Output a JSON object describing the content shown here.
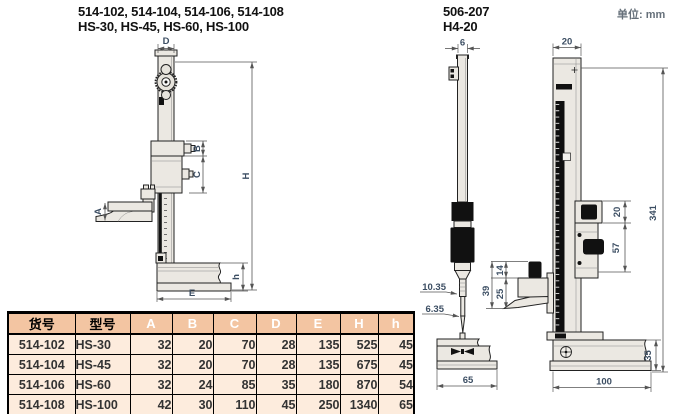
{
  "header": {
    "left_line1": "514-102, 514-104, 514-106, 514-108",
    "left_line2": "HS-30, HS-45, HS-60, HS-100",
    "right_line1": "506-207",
    "right_line2": "H4-20",
    "unit_label": "单位: mm"
  },
  "dims": {
    "left": {
      "D": "D",
      "H": "H",
      "B": "B",
      "C": "C",
      "A": "A",
      "E": "E",
      "h": "h"
    },
    "scriber": {
      "w": "6",
      "d1": "10.35",
      "d2": "6.35",
      "base": "65"
    },
    "gauge": {
      "col": "20",
      "total": "341",
      "arm": "20",
      "slider": "57",
      "n14": "14",
      "n25": "25",
      "n39": "39",
      "base": "100",
      "baseh": "35"
    }
  },
  "table": {
    "headers": [
      "货号",
      "型号",
      "A",
      "B",
      "C",
      "D",
      "E",
      "H",
      "h"
    ],
    "rows": [
      [
        "514-102",
        "HS-30",
        "32",
        "20",
        "70",
        "28",
        "135",
        "525",
        "45"
      ],
      [
        "514-104",
        "HS-45",
        "32",
        "20",
        "70",
        "28",
        "135",
        "675",
        "45"
      ],
      [
        "514-106",
        "HS-60",
        "32",
        "24",
        "85",
        "35",
        "180",
        "870",
        "54"
      ],
      [
        "514-108",
        "HS-100",
        "42",
        "30",
        "110",
        "45",
        "250",
        "1340",
        "65"
      ]
    ]
  },
  "colors": {
    "table_header_bg": "#f3c5a2",
    "table_row_bg": "#fdecdd",
    "header_letter": "#ffffff",
    "dim_text": "#3c4e63"
  }
}
